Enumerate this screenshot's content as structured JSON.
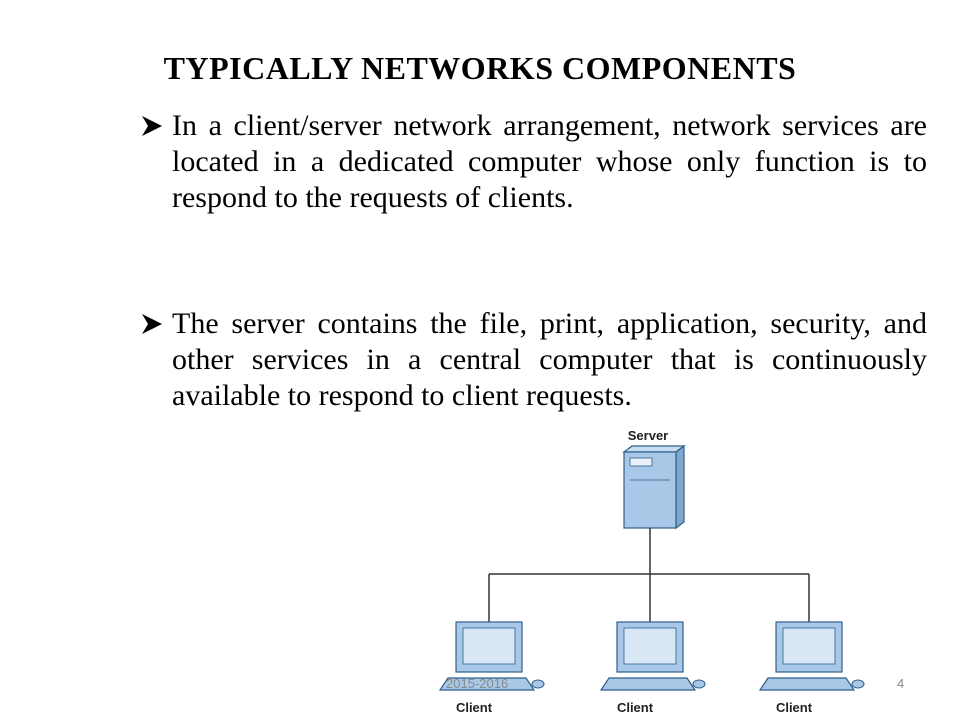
{
  "slide": {
    "title": "TYPICALLY  NETWORKS COMPONENTS",
    "bullets": [
      {
        "text": "In a client/server network arrangement, network services are located in a dedicated computer whose only function is to respond to the requests of clients."
      },
      {
        "text": "The server contains the file, print, application, security, and other services in a central computer that is continuously available to respond to client requests."
      }
    ],
    "bullet_icon": "arrow-bullet-icon"
  },
  "diagram": {
    "server_label": "Server",
    "client_labels": [
      "Client",
      "Client",
      "Client"
    ],
    "colors": {
      "device_fill": "#a9c8e8",
      "device_stroke": "#2f5f8a",
      "line": "#333333"
    }
  },
  "footer": {
    "date": "2015-2016",
    "page_number": "4"
  }
}
